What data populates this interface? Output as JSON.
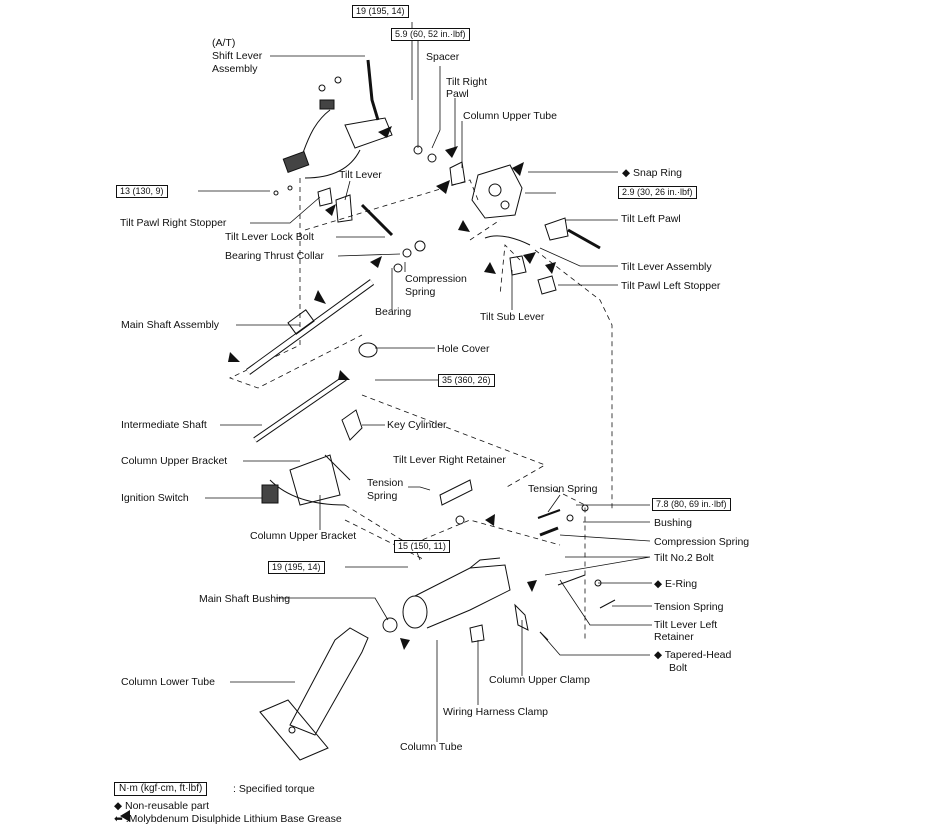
{
  "torque": {
    "t1": "19 (195, 14)",
    "t2": "5.9 (60, 52 in.·lbf)",
    "t3": "13 (130, 9)",
    "t4": "2.9 (30, 26 in.·lbf)",
    "t5": "35 (360, 26)",
    "t6": "7.8 (80, 69 in.·lbf)",
    "t7": "15 (150, 11)",
    "t8": "19 (195, 14)"
  },
  "labels": {
    "at": "(A/T)",
    "shift_lever": "Shift Lever",
    "assembly": "Assembly",
    "spacer": "Spacer",
    "tilt_right": "Tilt Right",
    "pawl": "Pawl",
    "column_upper_tube": "Column Upper Tube",
    "snap_ring": "◆ Snap Ring",
    "tilt_lever": "Tilt Lever",
    "tilt_pawl_right_stopper": "Tilt Pawl Right Stopper",
    "tilt_lever_lock_bolt": "Tilt Lever Lock Bolt",
    "bearing_thrust_collar": "Bearing Thrust Collar",
    "compression": "Compression",
    "spring": "Spring",
    "bearing": "Bearing",
    "tilt_left_pawl": "Tilt Left Pawl",
    "tilt_lever_assembly": "Tilt Lever Assembly",
    "tilt_pawl_left_stopper": "Tilt Pawl Left Stopper",
    "tilt_sub_lever": "Tilt Sub Lever",
    "main_shaft_assembly": "Main Shaft Assembly",
    "hole_cover": "Hole Cover",
    "intermediate_shaft": "Intermediate Shaft",
    "key_cylinder": "Key Cylinder",
    "column_upper_bracket_1": "Column Upper Bracket",
    "tilt_lever_right_retainer": "Tilt Lever Right Retainer",
    "tension": "Tension",
    "spring2": "Spring",
    "ignition_switch": "Ignition Switch",
    "column_upper_bracket_2": "Column Upper Bracket",
    "tension_spring_1": "Tension Spring",
    "bushing": "Bushing",
    "compression_spring": "Compression Spring",
    "tilt_no2_bolt": "Tilt No.2 Bolt",
    "e_ring": "◆ E-Ring",
    "tension_spring_2": "Tension Spring",
    "tilt_lever_left": "Tilt Lever Left",
    "retainer": "Retainer",
    "tapered_head": "◆ Tapered-Head",
    "bolt": "Bolt",
    "main_shaft_bushing": "Main Shaft Bushing",
    "column_lower_tube": "Column Lower Tube",
    "column_upper_clamp": "Column Upper Clamp",
    "wiring_harness_clamp": "Wiring Harness Clamp",
    "column_tube": "Column Tube"
  },
  "legend": {
    "torque_box": "N·m (kgf·cm, ft·lbf)",
    "torque_text": ": Specified torque",
    "nonreusable": "◆ Non-reusable part",
    "grease": "⬅ :Molybdenum Disulphide Lithium Base Grease"
  }
}
